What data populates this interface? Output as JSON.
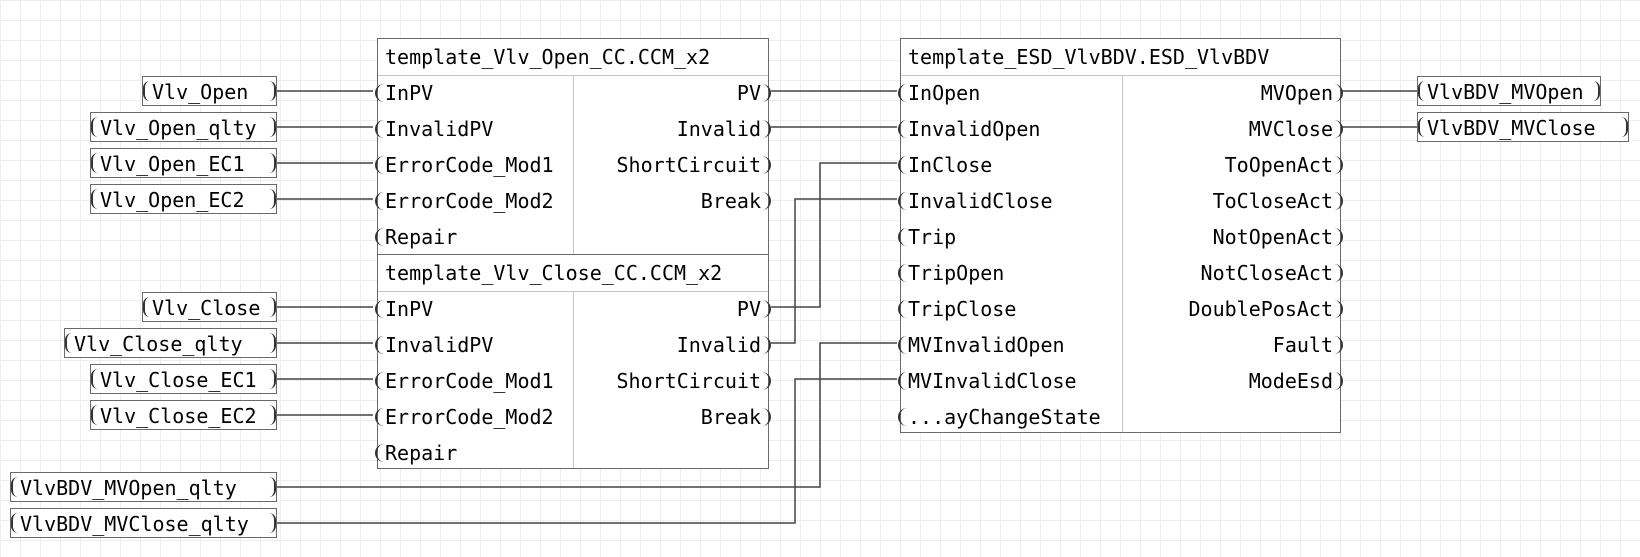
{
  "blocks": {
    "open_cc": {
      "title": "template_Vlv_Open_CC.CCM_x2",
      "inputs": [
        "InPV",
        "InvalidPV",
        "ErrorCode_Mod1",
        "ErrorCode_Mod2",
        "Repair"
      ],
      "outputs": [
        "PV",
        "Invalid",
        "ShortCircuit",
        "Break"
      ]
    },
    "close_cc": {
      "title": "template_Vlv_Close_CC.CCM_x2",
      "inputs": [
        "InPV",
        "InvalidPV",
        "ErrorCode_Mod1",
        "ErrorCode_Mod2",
        "Repair"
      ],
      "outputs": [
        "PV",
        "Invalid",
        "ShortCircuit",
        "Break"
      ]
    },
    "esd": {
      "title": "template_ESD_VlvBDV.ESD_VlvBDV",
      "inputs": [
        "InOpen",
        "InvalidOpen",
        "InClose",
        "InvalidClose",
        "Trip",
        "TripOpen",
        "TripClose",
        "MVInvalidOpen",
        "MVInvalidClose",
        "...ayChangeState"
      ],
      "outputs": [
        "MVOpen",
        "MVClose",
        "ToOpenAct",
        "ToCloseAct",
        "NotOpenAct",
        "NotCloseAct",
        "DoublePosAct",
        "Fault",
        "ModeEsd"
      ]
    }
  },
  "variables": {
    "inputs": [
      "Vlv_Open",
      "Vlv_Open_qlty",
      "Vlv_Open_EC1",
      "Vlv_Open_EC2",
      "Vlv_Close",
      "Vlv_Close_qlty",
      "Vlv_Close_EC1",
      "Vlv_Close_EC2",
      "VlvBDV_MVOpen_qlty",
      "VlvBDV_MVClose_qlty"
    ],
    "outputs": [
      "VlvBDV_MVOpen",
      "VlvBDV_MVClose"
    ]
  }
}
